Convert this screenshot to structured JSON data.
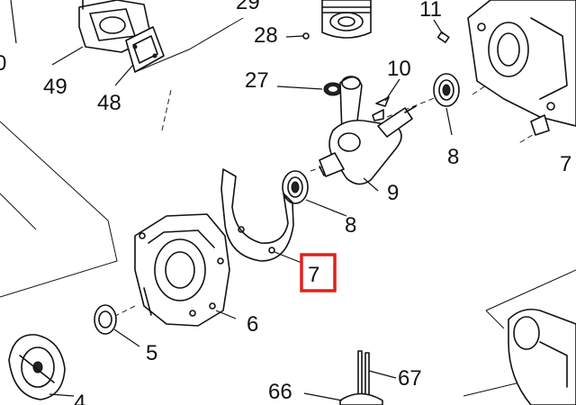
{
  "diagram": {
    "highlight_color": "#e0201c",
    "line_color": "#111111",
    "labels": {
      "p29": "29",
      "p28": "28",
      "p11": "11",
      "p10": "10",
      "p27": "27",
      "p49": "49",
      "p48": "48",
      "p0": "0",
      "p8a": "8",
      "p8b": "8",
      "p7_right": "7",
      "p9": "9",
      "p7_highlight": "7",
      "p6": "6",
      "p5": "5",
      "p4": "4",
      "p66": "66",
      "p67": "67"
    }
  }
}
